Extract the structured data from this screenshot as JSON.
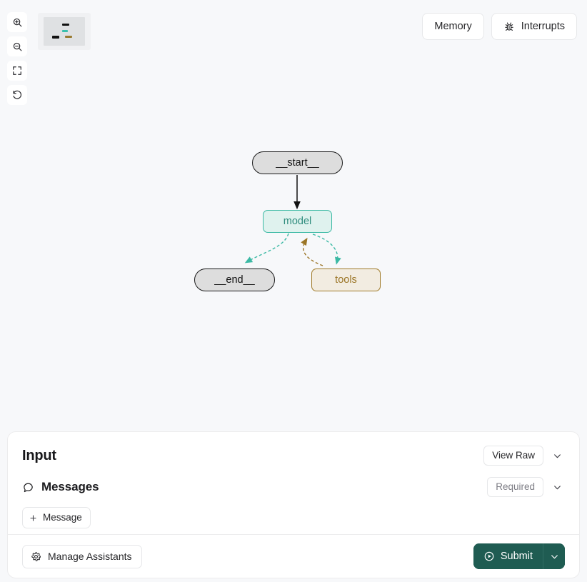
{
  "canvas": {
    "background_color": "#f7f8fa",
    "zoom_controls": [
      {
        "name": "zoom-in-icon",
        "label": "Zoom In"
      },
      {
        "name": "zoom-out-icon",
        "label": "Zoom Out"
      },
      {
        "name": "fit-view-icon",
        "label": "Fit View"
      },
      {
        "name": "reset-view-icon",
        "label": "Reset"
      }
    ],
    "minimap": {
      "label": "Minimap",
      "nodes": [
        {
          "name": "start",
          "color": "#111111"
        },
        {
          "name": "model",
          "color": "#3bbfad"
        },
        {
          "name": "end",
          "color": "#111111"
        },
        {
          "name": "tools",
          "color": "#9a7b32"
        }
      ]
    },
    "top_actions": [
      {
        "id": "memory",
        "label": "Memory",
        "icon": ""
      },
      {
        "id": "interrupts",
        "label": "Interrupts",
        "icon": "bug-icon"
      }
    ]
  },
  "graph": {
    "nodes": [
      {
        "id": "start",
        "label": "__start__",
        "shape": "pill",
        "fill": "#dddddd",
        "border": "#1a1a1a",
        "text_color": "#111111"
      },
      {
        "id": "model",
        "label": "model",
        "shape": "rounded-rect",
        "fill": "#dff2ee",
        "border": "#3bb9a4",
        "text_color": "#2f8d7e"
      },
      {
        "id": "end",
        "label": "__end__",
        "shape": "pill",
        "fill": "#dddddd",
        "border": "#1a1a1a",
        "text_color": "#111111"
      },
      {
        "id": "tools",
        "label": "tools",
        "shape": "rounded-rect",
        "fill": "#f2ece1",
        "border": "#a07a28",
        "text_color": "#9b7526"
      }
    ],
    "edges": [
      {
        "from": "start",
        "to": "model",
        "style": "solid",
        "color": "#111111"
      },
      {
        "from": "model",
        "to": "end",
        "style": "dashed",
        "color": "#3bb9a4"
      },
      {
        "from": "model",
        "to": "tools",
        "style": "dashed",
        "color": "#3bb9a4"
      },
      {
        "from": "tools",
        "to": "model",
        "style": "dashed",
        "color": "#9b7526"
      }
    ]
  },
  "input_panel": {
    "title": "Input",
    "view_raw_label": "View Raw",
    "messages_label": "Messages",
    "messages_icon": "speech-bubble-icon",
    "required_label": "Required",
    "add_message_label": "Message",
    "add_message_icon": "plus-icon",
    "collapse_icon": "chevron-down-icon"
  },
  "footer": {
    "manage_assistants_label": "Manage Assistants",
    "manage_assistants_icon": "gear-icon",
    "submit_label": "Submit",
    "submit_icon": "play-circle-icon",
    "submit_caret_icon": "chevron-down-icon",
    "submit_color": "#1f5c52"
  }
}
